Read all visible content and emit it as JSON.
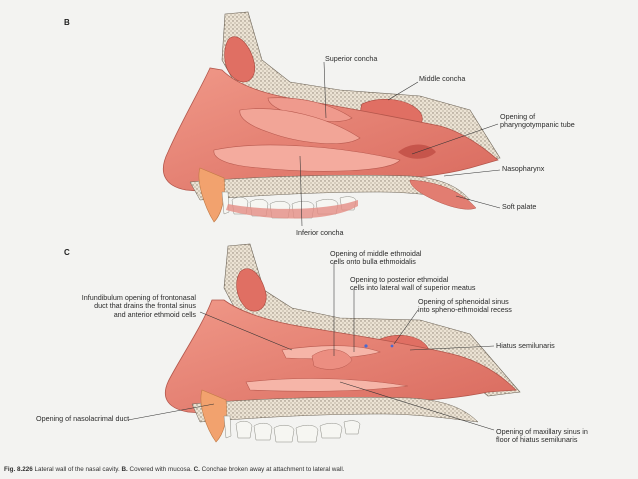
{
  "panels": {
    "b": {
      "letter": "B",
      "labels": {
        "superior_concha": "Superior concha",
        "middle_concha": "Middle concha",
        "opening_pharyngotympanic": "Opening of\npharyngotympanic tube",
        "nasopharynx": "Nasopharynx",
        "soft_palate": "Soft palate",
        "inferior_concha": "Inferior concha"
      }
    },
    "c": {
      "letter": "C",
      "labels": {
        "middle_ethmoidal": "Opening of middle ethmoidal\ncells onto bulla ethmoidalis",
        "posterior_ethmoidal": "Opening to posterior ethmoidal\ncells into lateral wall of superior meatus",
        "infundibulum": "Infundibulum opening of frontonasal\nduct that drains the frontal sinus\nand anterior ethmoid cells",
        "sphenoidal_sinus": "Opening of sphenoidal sinus\ninto spheno-ethmoidal recess",
        "hiatus_semilunaris": "Hiatus semilunaris",
        "nasolacrimal_duct": "Opening of nasolacrimal duct",
        "maxillary_sinus": "Opening of maxillary sinus in\nfloor of hiatus semilunaris"
      }
    }
  },
  "caption": {
    "fig": "Fig. 8.226",
    "text": " Lateral wall of the nasal cavity. ",
    "b_letter": "B.",
    "b_text": " Covered with mucosa. ",
    "c_letter": "C.",
    "c_text": " Conchae broken away at attachment to lateral wall."
  },
  "colors": {
    "mucosa": "#e9897c",
    "mucosa_dark": "#d4675c",
    "bone": "#e8dccb",
    "sinus": "#e07a70",
    "teeth": "#f4f4f0",
    "leader": "#333333"
  }
}
